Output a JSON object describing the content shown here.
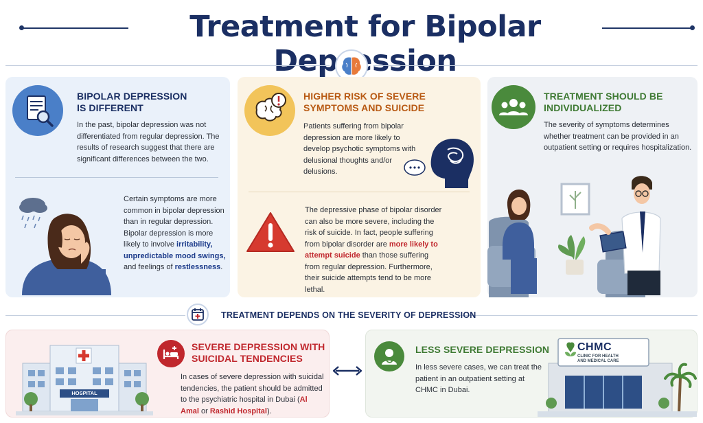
{
  "title": "Treatment for Bipolar Depression",
  "panel1": {
    "heading_line1": "BIPOLAR DEPRESSION",
    "heading_line2": "IS DIFFERENT",
    "body": "In the past, bipolar depression was not differentiated from regular depression. The results of research suggest that there are significant differences between the two.",
    "body2_part1": "Certain symptoms are more common in bipolar depression than in regular depression. Bipolar depression is more likely to involve ",
    "body2_hl1": "irritability, unpredictable mood swings,",
    "body2_part2": " and feelings of ",
    "body2_hl2": "restlessness",
    "body2_part3": "."
  },
  "panel2": {
    "heading_line1": "HIGHER RISK OF SEVERE",
    "heading_line2": "SYMPTOMS AND SUICIDE",
    "body": "Patients suffering from bipolar depression are more likely to develop psychotic symptoms with delusional thoughts and/or delusions.",
    "body2_part1": "The depressive phase of bipolar disorder can also be more severe, including the risk of suicide. In fact, people suffering from bipolar disorder are ",
    "body2_hl": "more likely to attempt suicide",
    "body2_part2": " than those suffering from regular depression. Furthermore, their suicide attempts tend to be more lethal."
  },
  "panel3": {
    "heading_line1": "TREATMENT SHOULD BE",
    "heading_line2": "INDIVIDUALIZED",
    "body": "The severity of symptoms determines whether treatment can be provided in an outpatient setting or requires hospitalization."
  },
  "subtitle": "TREATMENT DEPENDS ON THE SEVERITY OF DEPRESSION",
  "panel4": {
    "heading_line1": "SEVERE DEPRESSION WITH",
    "heading_line2": "SUICIDAL TENDENCIES",
    "body_part1": "In cases of severe depression with suicidal tendencies, the patient should be admitted to the psychiatric hospital in Dubai (",
    "body_hl1": "Al Amal",
    "body_part2": " or ",
    "body_hl2": "Rashid Hospital",
    "body_part3": ").",
    "hospital_sign": "HOSPITAL"
  },
  "panel5": {
    "heading": "LESS SEVERE DEPRESSION",
    "body": "In less severe cases, we can treat the patient in an outpatient setting at CHMC in Dubai.",
    "clinic_name": "CHMC",
    "clinic_sub1": "CLINIC FOR HEALTH",
    "clinic_sub2": "AND MEDICAL CARE"
  },
  "colors": {
    "navy": "#1b2f63",
    "red": "#c0272d",
    "orange": "#b85a14",
    "green": "#3f7a34",
    "blue_circle": "#4a7fc8",
    "yellow_circle": "#f2c45a",
    "green_circle": "#4a8a3c"
  },
  "icons": [
    "brain-icon",
    "document-search-icon",
    "brain-alert-icon",
    "head-thought-icon",
    "speech-bubble-icon",
    "warning-icon",
    "group-people-icon",
    "calendar-medical-icon",
    "hospital-bed-icon",
    "doctor-icon",
    "double-arrow-icon",
    "rain-cloud-icon",
    "plant-icon"
  ]
}
